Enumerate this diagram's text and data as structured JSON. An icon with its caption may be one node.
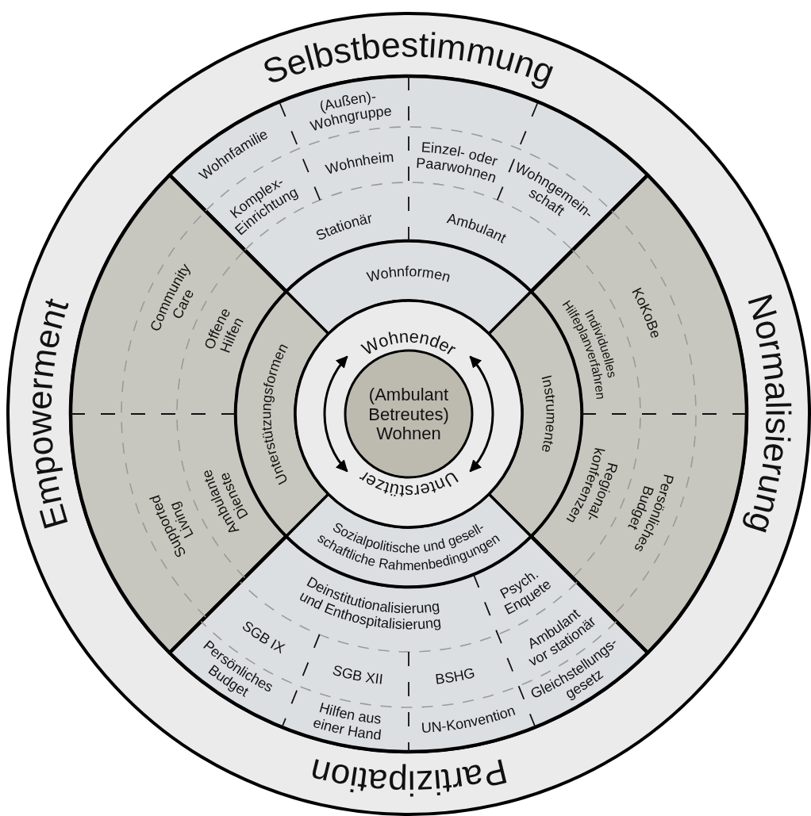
{
  "diagram": {
    "nodes": [
      {
        "text": [
          "Selbstbestimmung",
          "Normalisierung",
          "Partizipation",
          "Empowerment"
        ]
      },
      {
        "text": [
          "Wohnfamilie",
          "(Außen)- Wohngruppe",
          "Komplex- Einrichtung",
          "Wohnheim",
          "Einzel- oder Paarwohnen",
          "Wohngemein- schaft",
          "Stationär",
          "Ambulant"
        ],
        "in": 0
      },
      {
        "text": [
          "Community Care",
          "Offene Hilfen",
          "Supported Living",
          "Ambulante Dienste"
        ],
        "in": 0
      },
      {
        "text": [
          "Individuelles Hilfeplanverfahren",
          "KoKoBe",
          "Regional- konferenzen",
          "Persönliches Budget"
        ],
        "in": 0
      },
      {
        "text": [
          "Deinstitutionalisierung und Enthospitalisierung",
          "Psych. Enquete",
          "SGB IX",
          "Ambulant vor stationär",
          "SGB XII",
          "BSHG",
          "Persönliches Budget",
          "Hilfen aus einer Hand",
          "UN-Konvention",
          "Gleichstellungs- gesetz"
        ],
        "in": 0
      },
      {
        "text": [
          "Wohnformen"
        ],
        "in": 0
      },
      {
        "text": [
          "Unterstützungsformen"
        ],
        "in": 0
      },
      {
        "text": [
          "Instrumente"
        ],
        "in": 0
      },
      {
        "text": [
          "Sozialpolitische und gesell- schaftliche Rahmenbedingungen"
        ],
        "in": 0
      },
      {
        "text": [
          "Wohnender"
        ],
        "in": 0
      },
      {
        "text": [
          "Unterstützer"
        ],
        "in": 0
      },
      {
        "text": [
          "(Ambulant Betreutes) Wohnen"
        ],
        "in": 0
      }
    ],
    "edges": [
      {
        "from": 9,
        "to": 10,
        "arrow": "both"
      },
      {
        "from": 9,
        "to": 10,
        "arrow": "both"
      }
    ]
  }
}
